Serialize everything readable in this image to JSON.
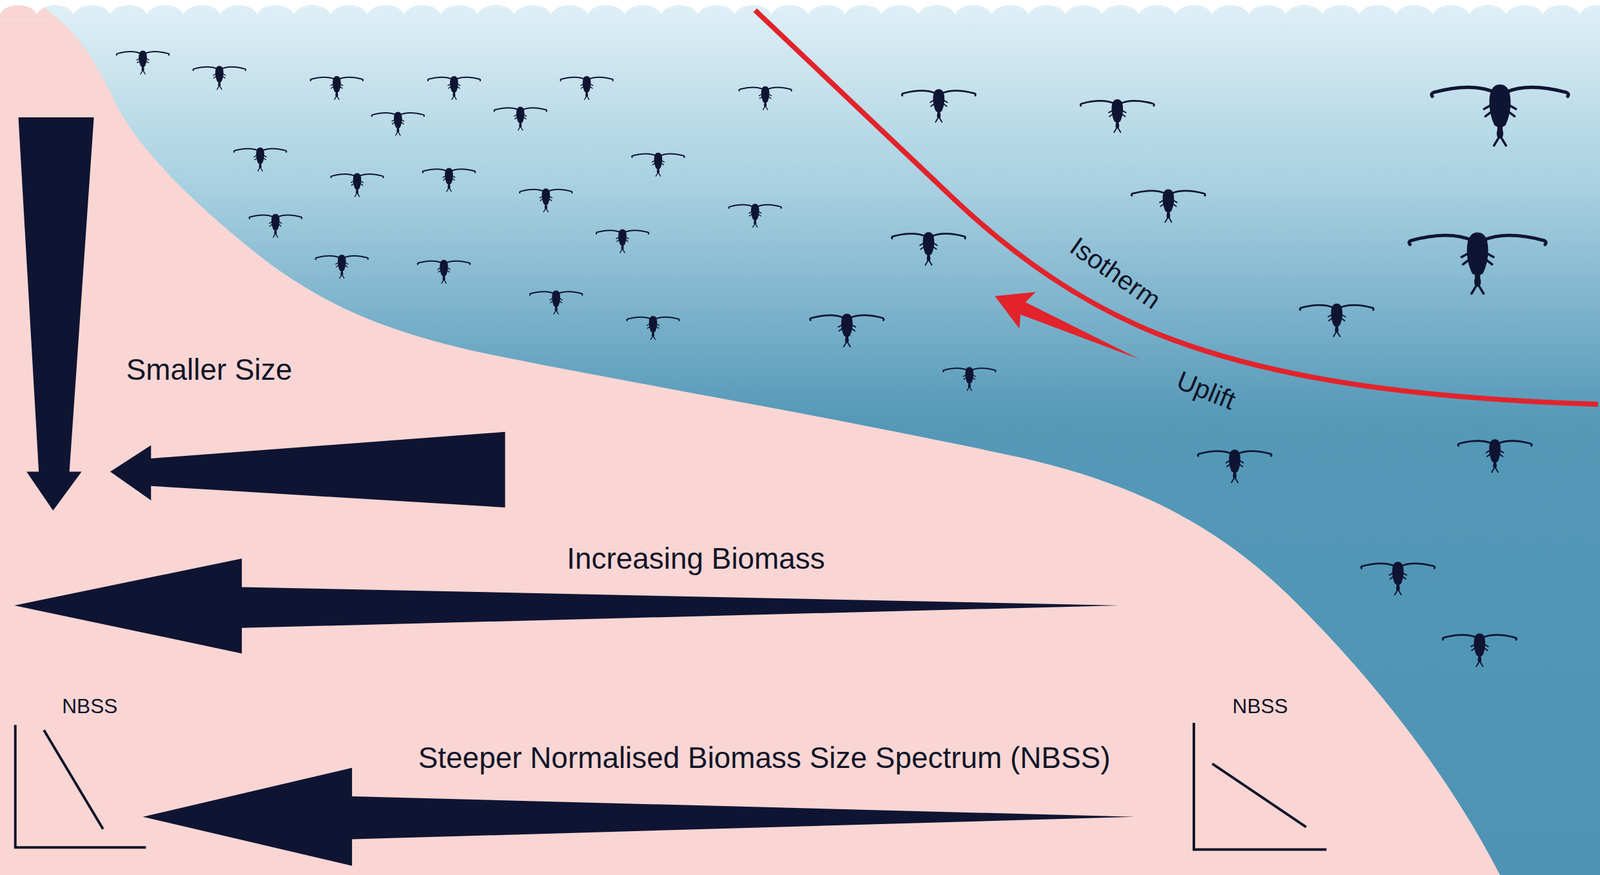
{
  "diagram": {
    "labels": [
      "Isotherm",
      "Smaller Size",
      "Uplift",
      "Increasing Biomass",
      "NBSS",
      "NBSS",
      "Steeper Normalised Biomass Size Spectrum (NBSS)"
    ]
  }
}
